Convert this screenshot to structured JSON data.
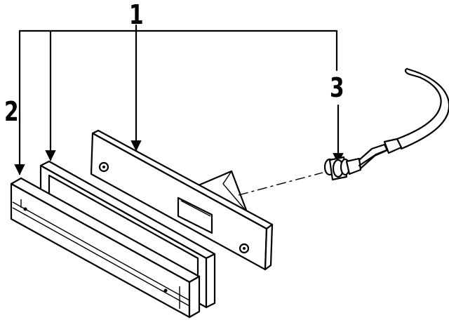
{
  "diagram": {
    "callouts": [
      {
        "id": "1"
      },
      {
        "id": "2"
      },
      {
        "id": "3"
      }
    ],
    "colors": {
      "ink": "#000000",
      "background": "#ffffff"
    }
  }
}
